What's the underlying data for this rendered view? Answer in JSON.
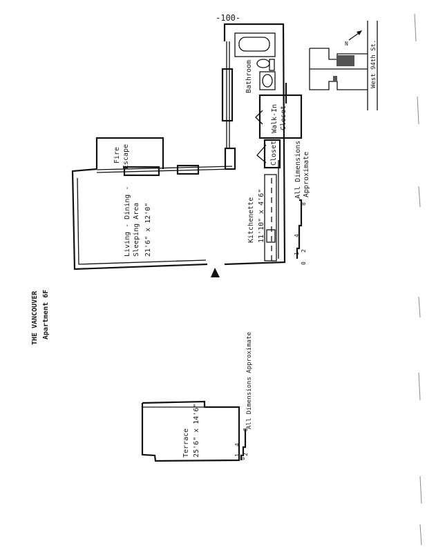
{
  "header": {
    "page_number": "-100-"
  },
  "title": {
    "building": "THE VANCOUVER",
    "apartment": "Apartment 6F"
  },
  "rooms": {
    "living": {
      "line1": "Living - Dining -",
      "line2": "Sleeping Area",
      "dims": "21'6\" x 12'0\""
    },
    "fire_escape": {
      "line1": "Fire",
      "line2": "Escape"
    },
    "bathroom": {
      "label": "Bathroom"
    },
    "walk_in_closet": {
      "line1": "Walk-In",
      "line2": "Closet"
    },
    "closet": {
      "label": "Closet"
    },
    "kitchenette": {
      "label": "Kitchenette",
      "dims": "11'10\" x 4'6\""
    },
    "terrace": {
      "label": "Terrace",
      "dims": "25'6\" x 14'6\""
    }
  },
  "notes": {
    "apartment": {
      "line1": "All Dimensions",
      "line2": "Approximate"
    },
    "terrace": "All Dimensions Approximate"
  },
  "scale": {
    "ticks": [
      "0",
      "1",
      "2",
      "4",
      "8"
    ]
  },
  "site_plan": {
    "street": "West 94th St.",
    "north": "N"
  }
}
